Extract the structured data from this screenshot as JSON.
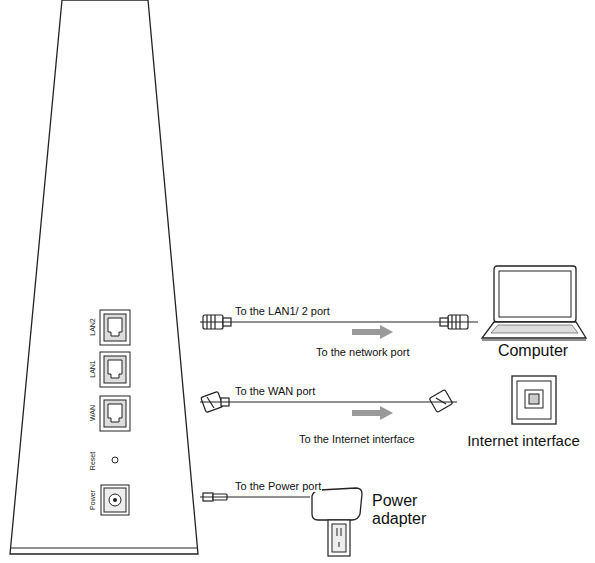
{
  "diagram": {
    "nodes": [
      {
        "text": [
          "LAN2",
          "LAN1",
          "WAN",
          "Reset",
          "Power"
        ]
      },
      {
        "text": [
          "Computer"
        ]
      },
      {
        "text": [
          "Internet interface"
        ]
      },
      {
        "text": [
          "Power adapter"
        ]
      }
    ],
    "edges": [
      {
        "from": 0,
        "to": 1,
        "arrow": "none",
        "label": "To the LAN1/ 2 port"
      },
      {
        "from": 0,
        "to": 2,
        "arrow": "none",
        "label": "To the WAN port"
      },
      {
        "from": 0,
        "to": 3,
        "arrow": "none",
        "label": "To the Power port"
      }
    ],
    "labels": [
      "To the network port",
      "To the Internet interface"
    ]
  }
}
